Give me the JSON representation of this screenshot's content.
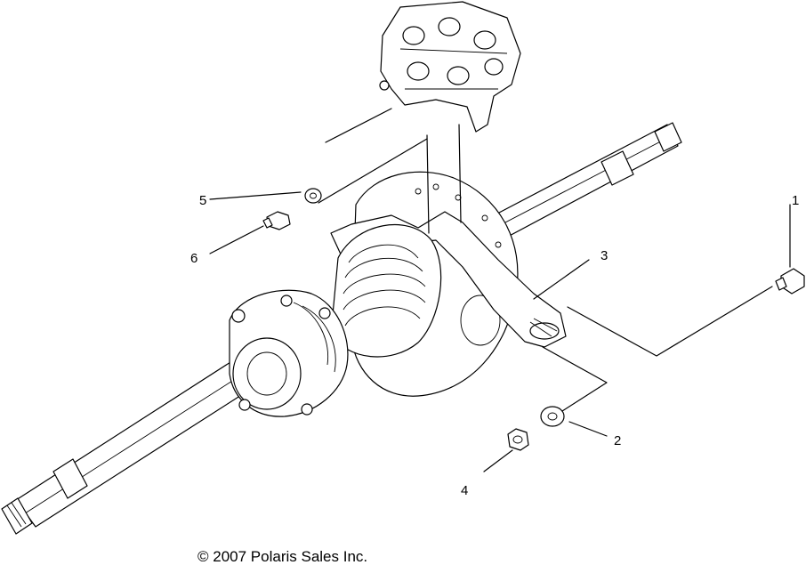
{
  "callouts": [
    {
      "id": "1",
      "label": "1"
    },
    {
      "id": "2",
      "label": "2"
    },
    {
      "id": "3",
      "label": "3"
    },
    {
      "id": "4",
      "label": "4"
    },
    {
      "id": "5",
      "label": "5"
    },
    {
      "id": "6",
      "label": "6"
    }
  ],
  "copyright": "© 2007 Polaris Sales Inc."
}
